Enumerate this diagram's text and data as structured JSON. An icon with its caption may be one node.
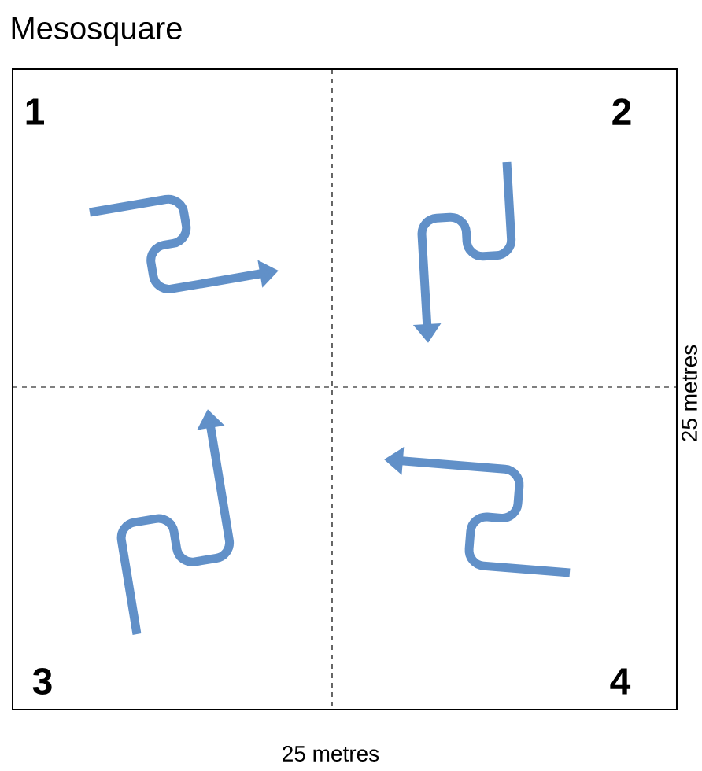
{
  "diagram": {
    "title": "Mesosquare",
    "labels": [
      "1",
      "2",
      "3",
      "4",
      "25 metres",
      "25 metres"
    ]
  }
}
